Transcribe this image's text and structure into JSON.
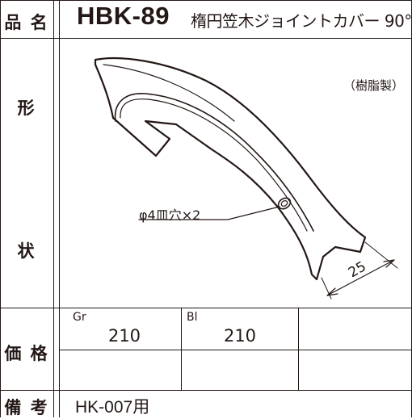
{
  "labels": {
    "name": "品 名",
    "shape_top": "形",
    "shape_bottom": "状",
    "price": "価 格",
    "remarks": "備 考"
  },
  "product": {
    "model": "HBK-89",
    "name": "楕円笠木ジョイントカバー 90°"
  },
  "drawing": {
    "material": "（樹脂製）",
    "hole_note": "φ4皿穴×2",
    "dimension": "25"
  },
  "prices": [
    {
      "color": "Gr",
      "value": "210"
    },
    {
      "color": "Bl",
      "value": "210"
    }
  ],
  "remarks_text": "HK-007用"
}
